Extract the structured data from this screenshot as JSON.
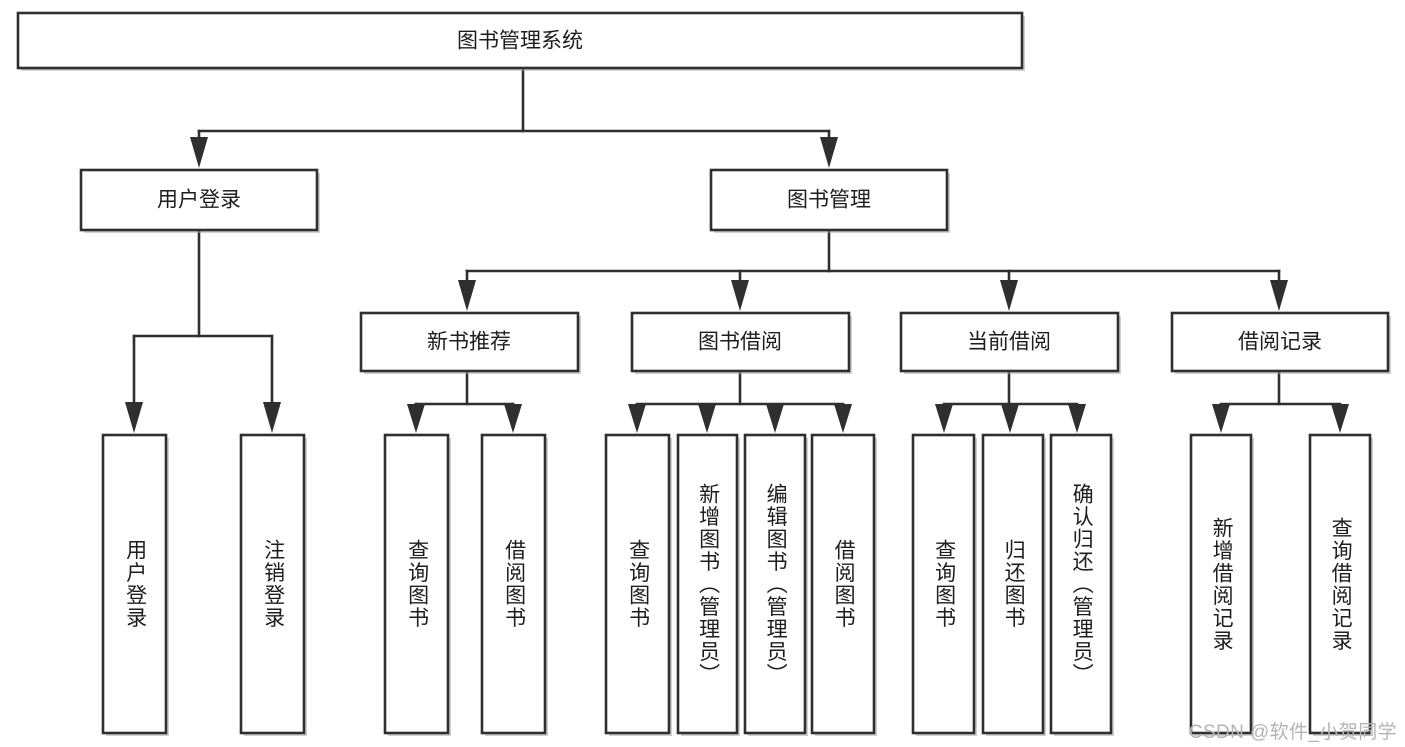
{
  "diagram": {
    "type": "hierarchy-tree",
    "title": "图书管理系统",
    "watermark": "CSDN @软件_小贺同学",
    "colors": {
      "box_stroke": "#2f2f2f",
      "box_fill": "#ffffff",
      "connector": "#2f2f2f",
      "text": "#1d1d1d",
      "watermark": "#b4b4b4",
      "background": "#ffffff"
    },
    "root": {
      "label": "图书管理系统"
    },
    "level2": [
      {
        "label": "用户登录"
      },
      {
        "label": "图书管理"
      }
    ],
    "level3": [
      {
        "label": "新书推荐"
      },
      {
        "label": "图书借阅"
      },
      {
        "label": "当前借阅"
      },
      {
        "label": "借阅记录"
      }
    ],
    "leaves": {
      "user_login": [
        {
          "label": "用户登录"
        },
        {
          "label": "注销登录"
        }
      ],
      "new_book_recommend": [
        {
          "label": "查询图书"
        },
        {
          "label": "借阅图书"
        }
      ],
      "book_borrow": [
        {
          "label": "查询图书"
        },
        {
          "label": "新增图书（管理员）"
        },
        {
          "label": "编辑图书（管理员）"
        },
        {
          "label": "借阅图书"
        }
      ],
      "current_borrow": [
        {
          "label": "查询图书"
        },
        {
          "label": "归还图书"
        },
        {
          "label": "确认归还（管理员）"
        }
      ],
      "borrow_record": [
        {
          "label": "新增借阅记录"
        },
        {
          "label": "查询借阅记录"
        }
      ]
    }
  }
}
